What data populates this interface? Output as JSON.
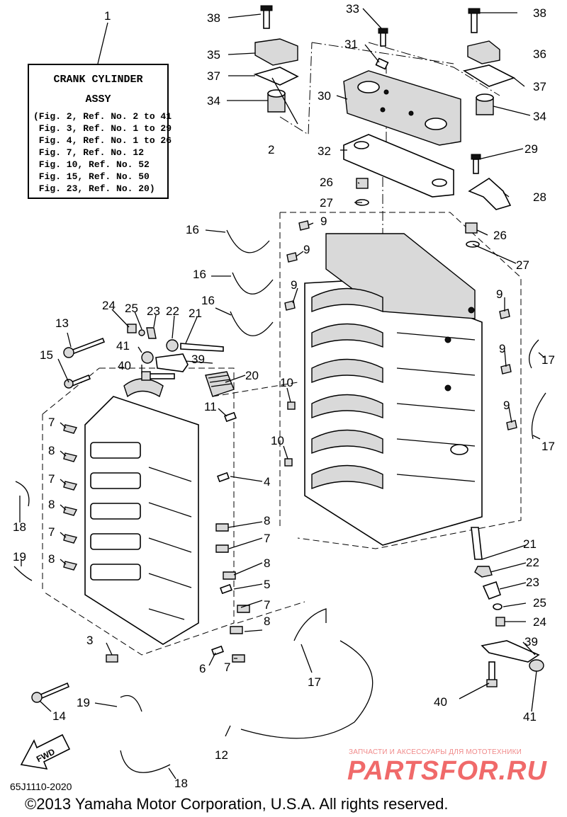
{
  "infobox": {
    "title_line1": "CRANK CYLINDER",
    "title_line2": "ASSY",
    "references": [
      "(Fig. 2, Ref. No. 2 to 41",
      " Fig. 3, Ref. No. 1 to 29",
      " Fig. 4, Ref. No. 1 to 26",
      " Fig. 7, Ref. No. 12",
      " Fig. 10, Ref. No. 52",
      " Fig. 15, Ref. No. 50",
      " Fig. 23, Ref. No. 20)"
    ]
  },
  "callouts": [
    "1",
    "2",
    "3",
    "4",
    "5",
    "6",
    "7",
    "8",
    "9",
    "10",
    "11",
    "12",
    "13",
    "14",
    "15",
    "16",
    "17",
    "18",
    "19",
    "20",
    "21",
    "22",
    "23",
    "24",
    "25",
    "26",
    "27",
    "28",
    "29",
    "30",
    "31",
    "32",
    "33",
    "34",
    "35",
    "36",
    "37",
    "38",
    "39",
    "40",
    "41"
  ],
  "direction_arrow": {
    "label": "FWD",
    "icon": "fwd-arrow-icon"
  },
  "drawing_code": "65J1110-2020",
  "copyright": "©2013 Yamaha Motor Corporation, U.S.A. All rights reserved.",
  "watermark": {
    "tagline": "ЗАПЧАСТИ И АКСЕССУАРЫ ДЛЯ МОТОТЕХНИКИ",
    "brand": "PARTSFOR.RU"
  }
}
